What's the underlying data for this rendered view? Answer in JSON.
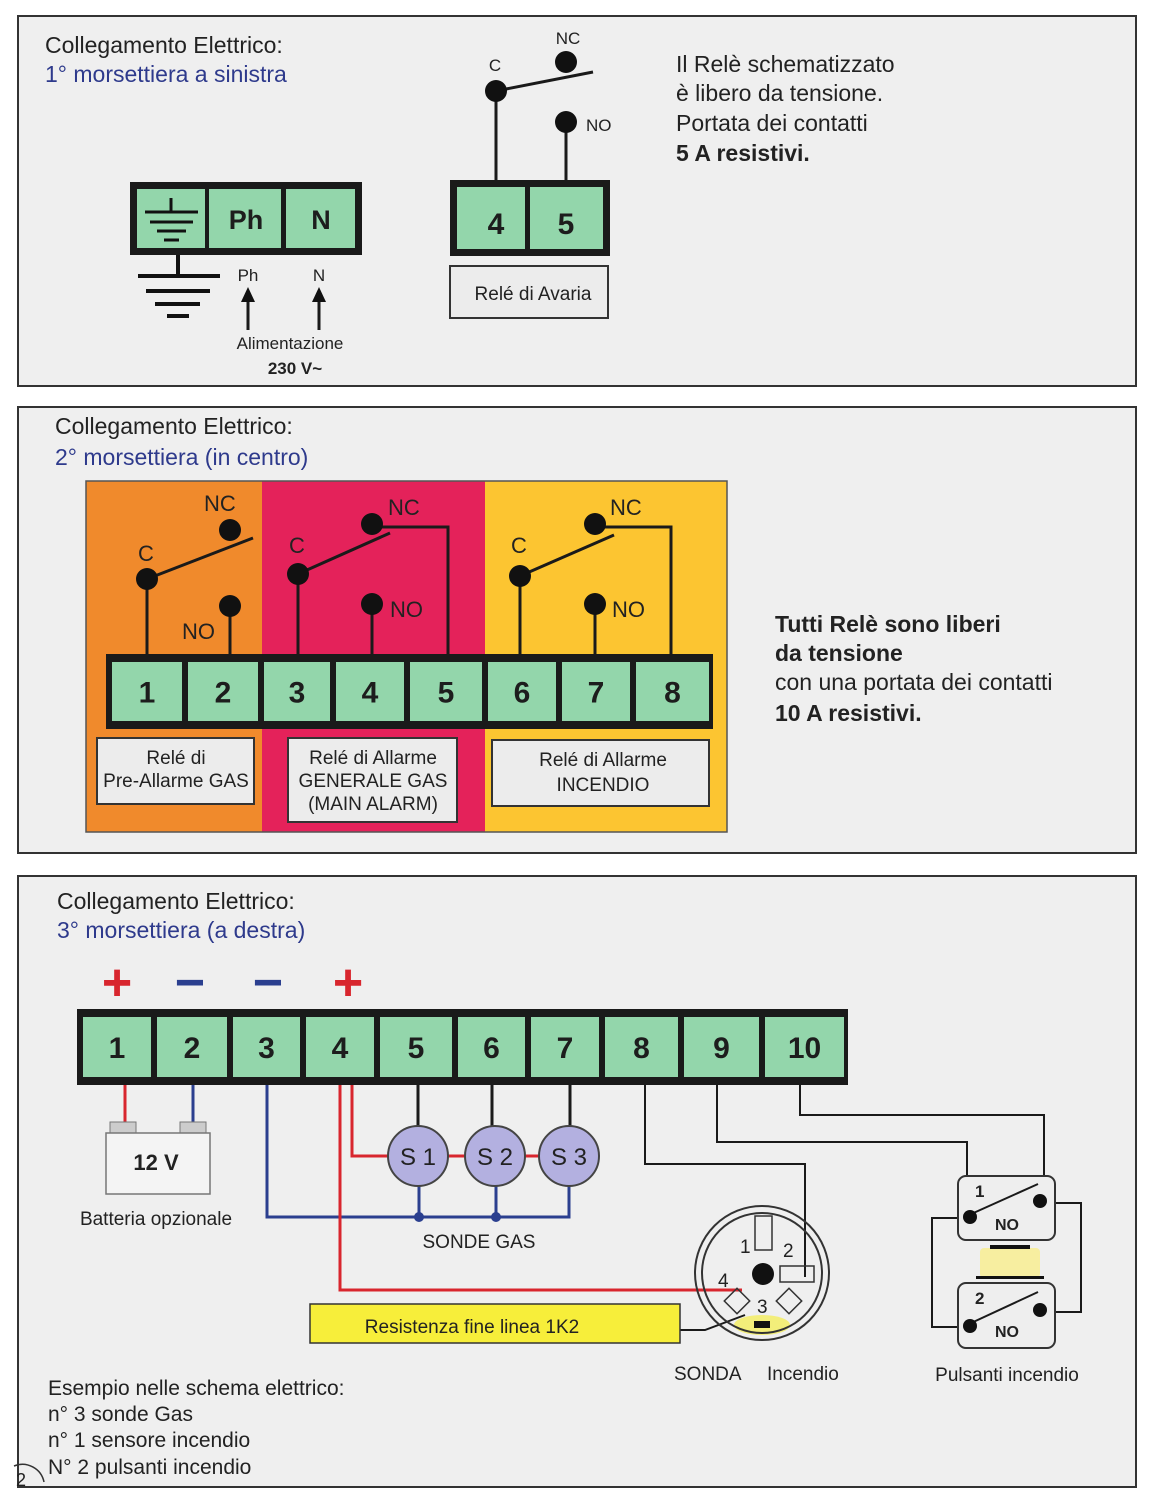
{
  "panel1": {
    "title": "Collegamento Elettrico:",
    "subtitle": "1° morsettiera a sinistra",
    "terminals": [
      "Ph",
      "N"
    ],
    "feed_labels": [
      "Ph",
      "N"
    ],
    "supply_label": "Alimentazione",
    "supply_voltage": "230  V~",
    "relay_contacts": {
      "nc": "NC",
      "c": "C",
      "no": "NO"
    },
    "relay_terminals": [
      "4",
      "5"
    ],
    "relay_label": "Relé di Avaria",
    "notes": [
      "Il Relè schematizzato",
      "è libero da tensione.",
      "Portata dei contatti",
      "5 A resistivi."
    ]
  },
  "panel2": {
    "title": "Collegamento Elettrico:",
    "subtitle": "2° morsettiera (in centro)",
    "contacts": {
      "nc": "NC",
      "c": "C",
      "no": "NO"
    },
    "terminals": [
      "1",
      "2",
      "3",
      "4",
      "5",
      "6",
      "7",
      "8"
    ],
    "relays": [
      {
        "lines": [
          "Relé di",
          "Pre-Allarme GAS"
        ],
        "color": "#f08a2c"
      },
      {
        "lines": [
          "Relé di Allarme",
          "GENERALE GAS",
          "(MAIN ALARM)"
        ],
        "color": "#e4225a"
      },
      {
        "lines": [
          "Relé di Allarme",
          "INCENDIO"
        ],
        "color": "#fcc531"
      }
    ],
    "notes": [
      "Tutti Relè sono liberi",
      "da tensione",
      "con una portata dei contatti",
      "10 A resistivi."
    ]
  },
  "panel3": {
    "title": "Collegamento Elettrico:",
    "subtitle": "3° morsettiera (a destra)",
    "polarity": [
      "+",
      "−",
      "−",
      "+"
    ],
    "terminals": [
      "1",
      "2",
      "3",
      "4",
      "5",
      "6",
      "7",
      "8",
      "9",
      "10"
    ],
    "battery_voltage": "12 V",
    "battery_label": "Batteria opzionale",
    "probes": [
      "S 1",
      "S 2",
      "S 3"
    ],
    "probes_label": "SONDE  GAS",
    "resistor_label": "Resistenza   fine  linea    1K2",
    "fire_sensor_pins": [
      "1",
      "2",
      "3",
      "4"
    ],
    "fire_sensor_label": [
      "SONDA",
      "Incendio"
    ],
    "buttons": [
      {
        "num": "1",
        "type": "NO"
      },
      {
        "num": "2",
        "type": "NO"
      }
    ],
    "buttons_label": "Pulsanti incendio",
    "example": [
      "Esempio nelle schema elettrico:",
      "n° 3 sonde Gas",
      "n° 1 sensore incendio",
      "N° 2 pulsanti incendio"
    ]
  },
  "page_number": "2",
  "colors": {
    "terminal": "#93d6ab",
    "positive": "#d8262e",
    "negative": "#2b3f8f",
    "probe": "#b3b0e0",
    "resistor": "#f7ee3a"
  }
}
